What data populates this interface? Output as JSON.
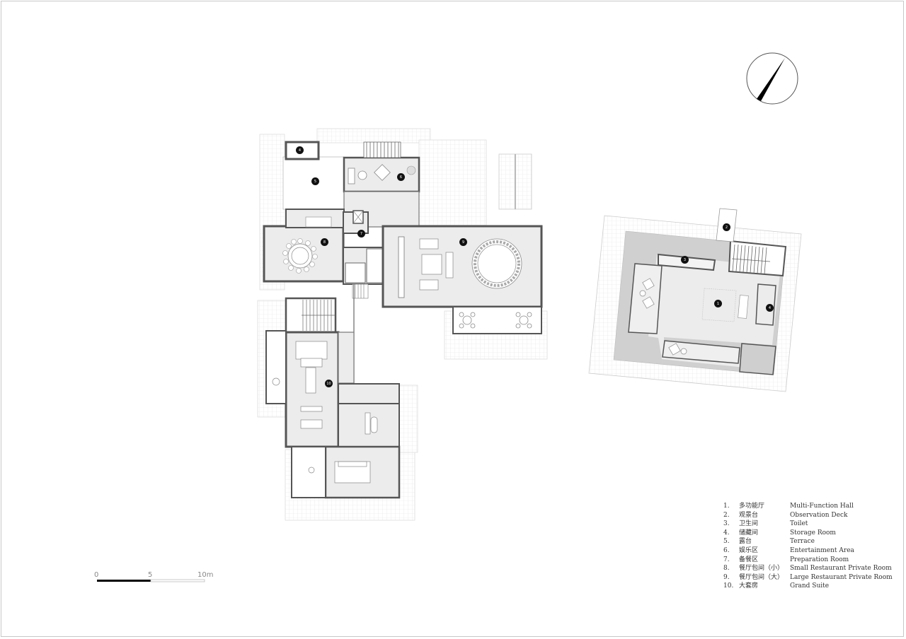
{
  "compass": {
    "icon": "north-arrow-icon",
    "rotation_deg": 35
  },
  "scale_bar": {
    "labels": [
      "0",
      "5",
      "10m"
    ],
    "unit": "m"
  },
  "plan_main": {
    "room_markers": [
      {
        "id": "4",
        "label": "4"
      },
      {
        "id": "5",
        "label": "5"
      },
      {
        "id": "6",
        "label": "6"
      },
      {
        "id": "7",
        "label": "7"
      },
      {
        "id": "8",
        "label": "8"
      },
      {
        "id": "9",
        "label": "9"
      },
      {
        "id": "10",
        "label": "10"
      }
    ]
  },
  "plan_upper": {
    "room_markers": [
      {
        "id": "1",
        "label": "1"
      },
      {
        "id": "2",
        "label": "2"
      },
      {
        "id": "3",
        "label": "3"
      },
      {
        "id": "4",
        "label": "4"
      }
    ]
  },
  "legend": {
    "items": [
      {
        "num": "1.",
        "cn": "多功能厅",
        "en": "Multi-Function Hall"
      },
      {
        "num": "2.",
        "cn": "观景台",
        "en": "Observation Deck"
      },
      {
        "num": "3.",
        "cn": "卫生间",
        "en": "Toilet"
      },
      {
        "num": "4.",
        "cn": "储藏间",
        "en": "Storage Room"
      },
      {
        "num": "5.",
        "cn": "露台",
        "en": "Terrace"
      },
      {
        "num": "6.",
        "cn": "娱乐区",
        "en": "Entertainment Area"
      },
      {
        "num": "7.",
        "cn": "备餐区",
        "en": "Preparation Room"
      },
      {
        "num": "8.",
        "cn": "餐厅包间（小）",
        "en": "Small Restaurant Private Room"
      },
      {
        "num": "9.",
        "cn": "餐厅包间（大）",
        "en": "Large Restaurant Private Room"
      },
      {
        "num": "10.",
        "cn": "大套房",
        "en": "Grand Suite"
      }
    ]
  },
  "colors": {
    "wall": "#555555",
    "floor": "#ececec",
    "shade": "#cfcfcf",
    "grid": "#e6e6e6",
    "marker": "#111111"
  }
}
